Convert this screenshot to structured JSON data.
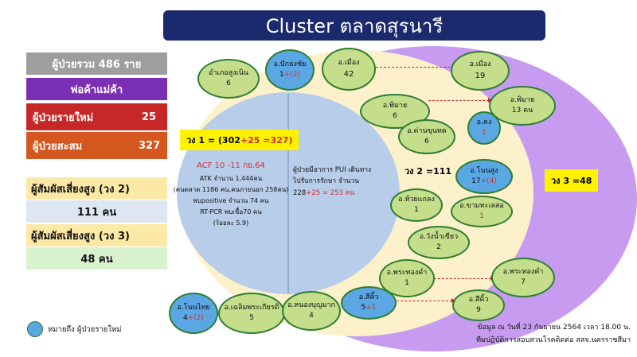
{
  "title": "Cluster ตลาดสุรนารี",
  "summary": {
    "total_patients": "ผู้ป่วยรวม 486 ราย",
    "vendors": "พ่อค้าแม่ค้า",
    "new_label": "ผู้ป่วยรายใหม่",
    "new_value": "25",
    "cumulative_label": "ผู้ป่วยสะสม",
    "cumulative_value": "327",
    "contact_ring2_label": "ผู้สัมผัสเสี่ยงสูง (วง 2)",
    "contact_ring2_value": "111 คน",
    "contact_ring3_label": "ผู้สัมผัสเสี่ยงสูง (วง 3)",
    "contact_ring3_value": "48 คน"
  },
  "rings": {
    "ring1_label_prefix": "วง 1 = (302",
    "ring1_label_add": "+25 =327)",
    "ring2_label": "วง 2 =111",
    "ring3_label": "วง 3 =48"
  },
  "core_left": {
    "acf": "ACF 10 -11 กย.64",
    "atk": "ATK จำนวน 1,444คน",
    "atk_detail": "(คนตลาด 1186 คน,คนภายนอก 258คน)",
    "positive": "พบpositive จำนวน 74 คน",
    "rtpcr": "RT-PCR พบเชื้อ70 คน",
    "rate": "(ร้อยละ 5.9)"
  },
  "core_right": {
    "line1": "ผู้ป่วยมีอาการ PUI เดินทาง",
    "line2": "ไปรับการรักษา จำนวน",
    "line3_prefix": "228",
    "line3_add": "+25 = 253 คน"
  },
  "nodes": {
    "sungnoen": {
      "name": "อำเภอสูงเนิน",
      "count": "6"
    },
    "pakthongchai": {
      "name": "อ.ปักธงชัย",
      "count": "1",
      "added": "+(2)"
    },
    "mueang_in": {
      "name": "อ.เมือง",
      "count": "42"
    },
    "mueang_out": {
      "name": "อ.เมือง",
      "count": "19"
    },
    "phimai_in": {
      "name": "อ.พิมาย",
      "count": "6"
    },
    "phimai_out": {
      "name": "อ.พิมาย",
      "count": "13 คน"
    },
    "dankhunthot": {
      "name": "อ.ด่านขุนทด",
      "count": "6"
    },
    "khong": {
      "name": "อ.คง",
      "count": "1"
    },
    "nonsung": {
      "name": "อ.โนนสูง",
      "count": "17",
      "added": "+(4)"
    },
    "huaithalaeng": {
      "name": "อ.ห้วยแถลง",
      "count": "1"
    },
    "khamthalesor": {
      "name": "อ.ขามทะเลสอ",
      "count": "1"
    },
    "wangnamkhiao": {
      "name": "อ.วังน้ำเขียว",
      "count": "2"
    },
    "phrathongkham_in": {
      "name": "อ.พระทองคำ",
      "count": "1"
    },
    "phrathongkham_out": {
      "name": "อ.พระทองคำ",
      "count": "7"
    },
    "sikhio_in": {
      "name": "อ.สีคิ้ว",
      "count": "5",
      "added": "+1"
    },
    "sikhio_out": {
      "name": "อ.สีคิ้ว",
      "count": "9"
    },
    "nonthai": {
      "name": "อ.โนนไทย",
      "count": "4",
      "added": "+(2)"
    },
    "chaloemphrakiat": {
      "name": "อ.เฉลิมพระเกียรติ",
      "count": "5"
    },
    "nongbunmak": {
      "name": "อ.หนองบุญมาก",
      "count": "4"
    }
  },
  "legend": {
    "text": "หมายถึง ผู้ป่วยรายใหม่"
  },
  "footer": {
    "line1": "ข้อมูล ณ วันที่ 23 กันยายน 2564 เวลา 18.00 น.",
    "line2": "ทีมปฏิบัติการสอบสวนโรคติดต่อ สสจ.นครราชสีมา"
  },
  "colors": {
    "title_bg": "#1a2a6c",
    "gray": "#9e9e9e",
    "purple": "#7b2fb5",
    "red": "#c62828",
    "orange": "#d4571f",
    "light_yellow": "#fde9a6",
    "light_blue": "#dde6f2",
    "light_green": "#d9f2d0",
    "ring3": "#c79bf0",
    "ring2": "#fdf1cc",
    "core": "#b7cde9",
    "node_green": "#c4de8c",
    "node_blue": "#5aa7e4"
  }
}
